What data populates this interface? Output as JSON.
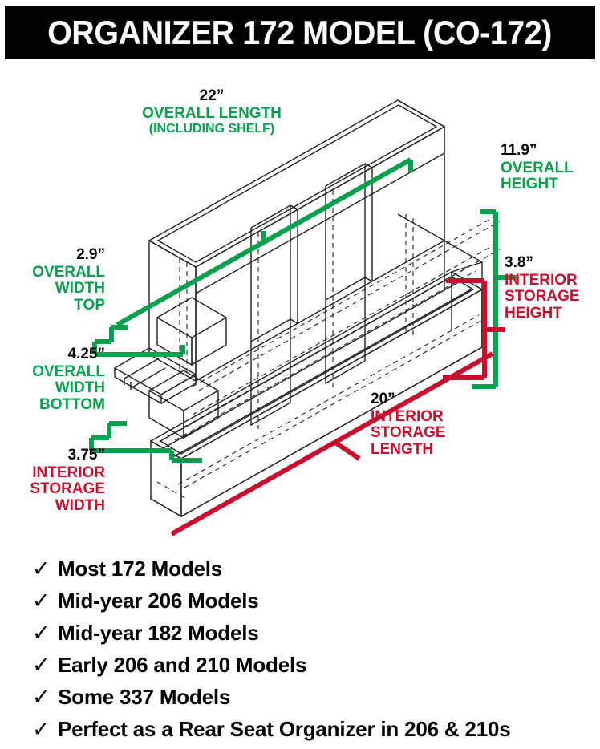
{
  "header": {
    "title": "ORGANIZER 172 MODEL (CO-172)",
    "background_color": "#000000",
    "text_color": "#FFFFFF"
  },
  "colors": {
    "exterior_dimension_green": "#06A04E",
    "interior_dimension_red": "#C8102E",
    "value_black": "#000000",
    "drawing_line": "#231F20",
    "page_background": "#FFFFFF"
  },
  "diagram": {
    "type": "isometric-wireframe-product-drawing",
    "subject": "CO-172 aircraft cabin organizer / rear seat organizer",
    "callouts": [
      {
        "id": "overall-length",
        "value": "22”",
        "name": "OVERALL LENGTH",
        "sub": "(INCLUDING SHELF)",
        "color": "green",
        "measure_type": "exterior",
        "align": "center"
      },
      {
        "id": "overall-height",
        "value": "11.9”",
        "name_line1": "OVERALL",
        "name_line2": "HEIGHT",
        "color": "green",
        "measure_type": "exterior",
        "align": "left"
      },
      {
        "id": "overall-width-top",
        "value": "2.9”",
        "name_line1": "OVERALL",
        "name_line2": "WIDTH",
        "name_line3": "TOP",
        "color": "green",
        "measure_type": "exterior",
        "align": "right"
      },
      {
        "id": "interior-storage-height",
        "value": "3.8”",
        "name_line1": "INTERIOR",
        "name_line2": "STORAGE",
        "name_line3": "HEIGHT",
        "color": "red",
        "measure_type": "interior",
        "align": "left"
      },
      {
        "id": "overall-width-bottom",
        "value": "4.25”",
        "name_line1": "OVERALL",
        "name_line2": "WIDTH",
        "name_line3": "BOTTOM",
        "color": "green",
        "measure_type": "exterior",
        "align": "right"
      },
      {
        "id": "interior-storage-length",
        "value": "20”",
        "name_line1": "INTERIOR",
        "name_line2": "STORAGE",
        "name_line3": "LENGTH",
        "color": "red",
        "measure_type": "interior",
        "align": "left"
      },
      {
        "id": "interior-storage-width",
        "value": "3.75”",
        "name_line1": "INTERIOR",
        "name_line2": "STORAGE",
        "name_line3": "WIDTH",
        "color": "red",
        "measure_type": "interior",
        "align": "right"
      }
    ]
  },
  "features": {
    "check_glyph": "✓",
    "items": [
      {
        "label": "Most 172 Models"
      },
      {
        "label": "Mid-year 206 Models"
      },
      {
        "label": "Mid-year 182 Models"
      },
      {
        "label": "Early 206 and 210 Models"
      },
      {
        "label": "Some 337 Models"
      },
      {
        "label": "Perfect as a Rear Seat Organizer in 206 & 210s"
      }
    ]
  }
}
